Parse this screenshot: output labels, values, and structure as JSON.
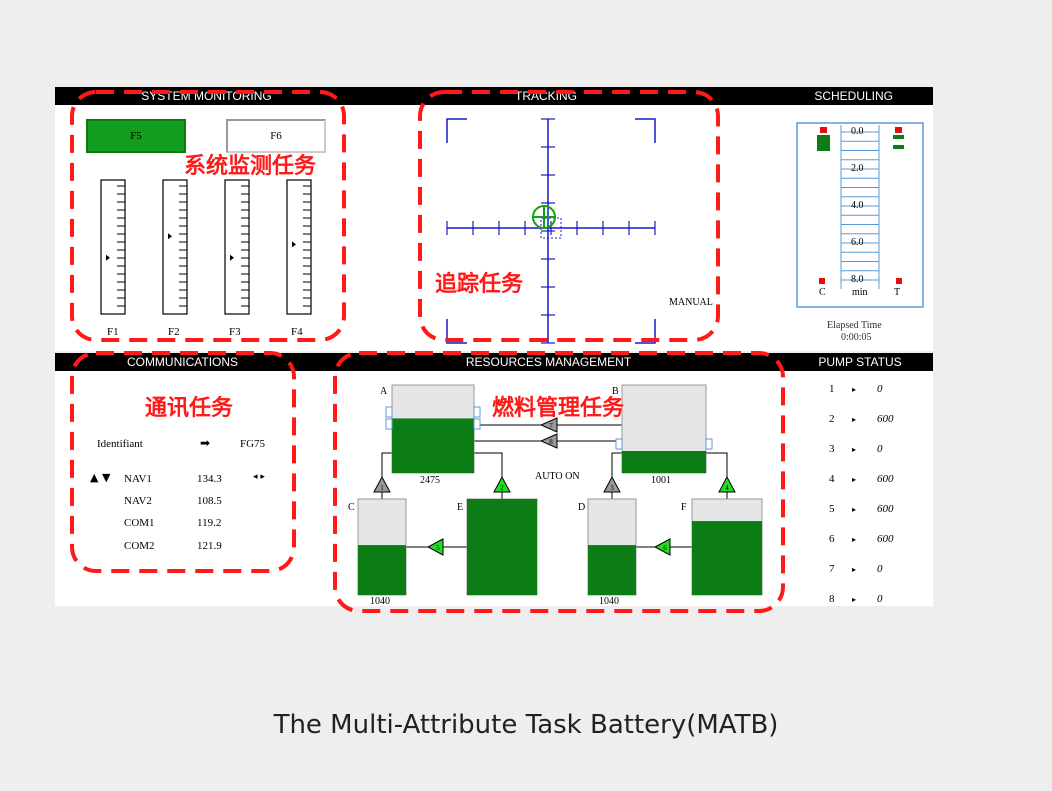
{
  "panels": {
    "system_monitoring": "SYSTEM MONITORING",
    "tracking": "TRACKING",
    "scheduling": "SCHEDULING",
    "communications": "COMMUNICATIONS",
    "resources": "RESOURCES MANAGEMENT",
    "pump_status": "PUMP STATUS"
  },
  "sysmon": {
    "f5": "F5",
    "f6": "F6",
    "scales": [
      "F1",
      "F2",
      "F3",
      "F4"
    ],
    "levels": [
      0.58,
      0.42,
      0.58,
      0.48
    ]
  },
  "tracking": {
    "mode": "MANUAL"
  },
  "scheduling": {
    "ticks": [
      "0.0",
      "2.0",
      "4.0",
      "6.0",
      "8.0"
    ],
    "unit": "min",
    "left": "C",
    "right": "T",
    "elapsed_label": "Elapsed Time",
    "elapsed_value": "0:00:05"
  },
  "comm": {
    "ident_label": "Identifiant",
    "arrow": "➡",
    "ident_value": "FG75",
    "up_down": "▲ ▼",
    "channels": [
      {
        "name": "NAV1",
        "value": "134.3",
        "arrows": "◂ ▸"
      },
      {
        "name": "NAV2",
        "value": "108.5"
      },
      {
        "name": "COM1",
        "value": "119.2"
      },
      {
        "name": "COM2",
        "value": "121.9"
      }
    ]
  },
  "resman": {
    "tanks": {
      "A": {
        "label": "A",
        "value": "2475",
        "fill": 0.62
      },
      "B": {
        "label": "B",
        "value": "1001",
        "fill": 0.25
      },
      "C": {
        "label": "C",
        "value": "1040",
        "fill": 0.52
      },
      "D": {
        "label": "D",
        "value": "1040",
        "fill": 0.52
      },
      "E": {
        "label": "E",
        "fill": 1.0
      },
      "F": {
        "label": "F",
        "fill": 0.77
      }
    },
    "auto": "AUTO ON",
    "pumps": [
      "1",
      "2",
      "3",
      "4",
      "5",
      "6",
      "7",
      "8"
    ]
  },
  "pump_status": [
    {
      "n": "1",
      "v": "0"
    },
    {
      "n": "2",
      "v": "600"
    },
    {
      "n": "3",
      "v": "0"
    },
    {
      "n": "4",
      "v": "600"
    },
    {
      "n": "5",
      "v": "600"
    },
    {
      "n": "6",
      "v": "600"
    },
    {
      "n": "7",
      "v": "0"
    },
    {
      "n": "8",
      "v": "0"
    }
  ],
  "pump_dot": "▸",
  "annotations": {
    "sysmon": "系统监测任务",
    "tracking": "追踪任务",
    "comm": "通讯任务",
    "resman": "燃料管理任务"
  },
  "caption": "The Multi-Attribute Task Battery(MATB)",
  "colors": {
    "fuel": "#0c7d14",
    "pump_on": "#22dd22",
    "pump_off": "#999999",
    "annot": "#ff1a1a",
    "track": "#1a1acc"
  }
}
